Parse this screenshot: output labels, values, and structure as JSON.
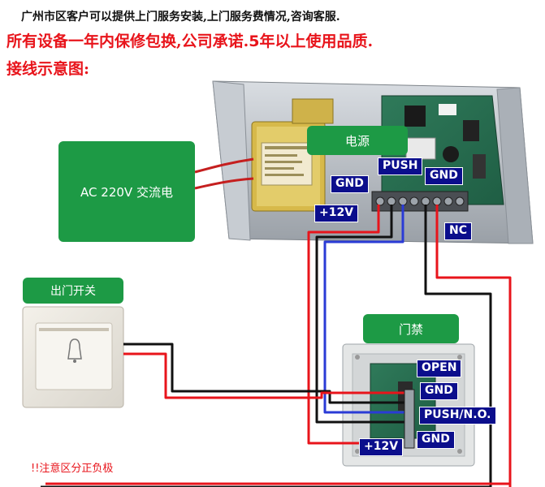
{
  "header": {
    "line1": "广州市区客户可以提供上门服务安装,上门服务费情况,咨询客服.",
    "line2_part1": "所有设备一年内保修包换,公司承诺.",
    "line2_bold5": "5",
    "line2_part2": "年以上使用品质.",
    "line3": "接线示意图:"
  },
  "boxes": {
    "ac_label": "AC 220V 交流电",
    "power_label": "电源",
    "exit_switch_label": "出门开关",
    "access_label": "门禁"
  },
  "power_terminals": {
    "gnd_left": "GND",
    "push": "PUSH",
    "gnd_right": "GND",
    "plus12v": "+12V",
    "nc": "NC"
  },
  "access_terminals": {
    "open": "OPEN",
    "gnd_top": "GND",
    "push_no": "PUSH/N.O.",
    "plus12v": "+12V",
    "gnd_bottom": "GND"
  },
  "note": "!!注意区分正负极",
  "colors": {
    "green": "#1d9a45",
    "navy_tag": "#0b0e8c",
    "wire_red": "#e8141b",
    "wire_blue": "#2a3bd6",
    "wire_black": "#111111"
  }
}
